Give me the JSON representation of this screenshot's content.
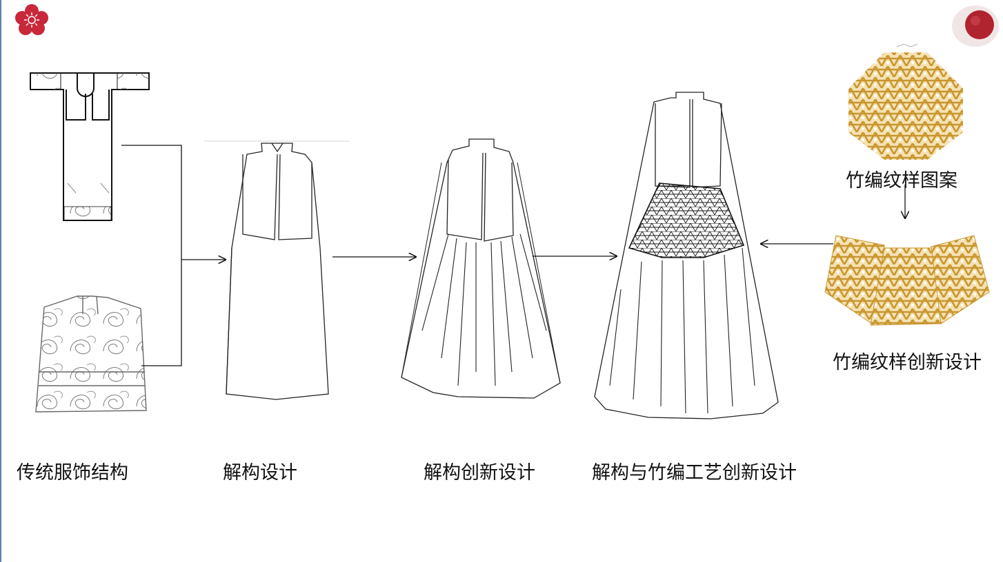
{
  "labels": {
    "traditional": "传统服饰结构",
    "deconstruct": "解构设计",
    "deconstruct_innovation": "解构创新设计",
    "deconstruct_bamboo": "解构与竹编工艺创新设计",
    "bamboo_pattern": "竹编纹样图案",
    "bamboo_innovation": "竹编纹样创新设计"
  },
  "colors": {
    "bamboo": "#c9962f",
    "bamboo_light": "#f4e2b3",
    "logo_red": "#c8283a",
    "ink": "#111111"
  },
  "icons": {
    "top_left": "plum-blossom-logo",
    "top_right": "red-ink-seal"
  }
}
